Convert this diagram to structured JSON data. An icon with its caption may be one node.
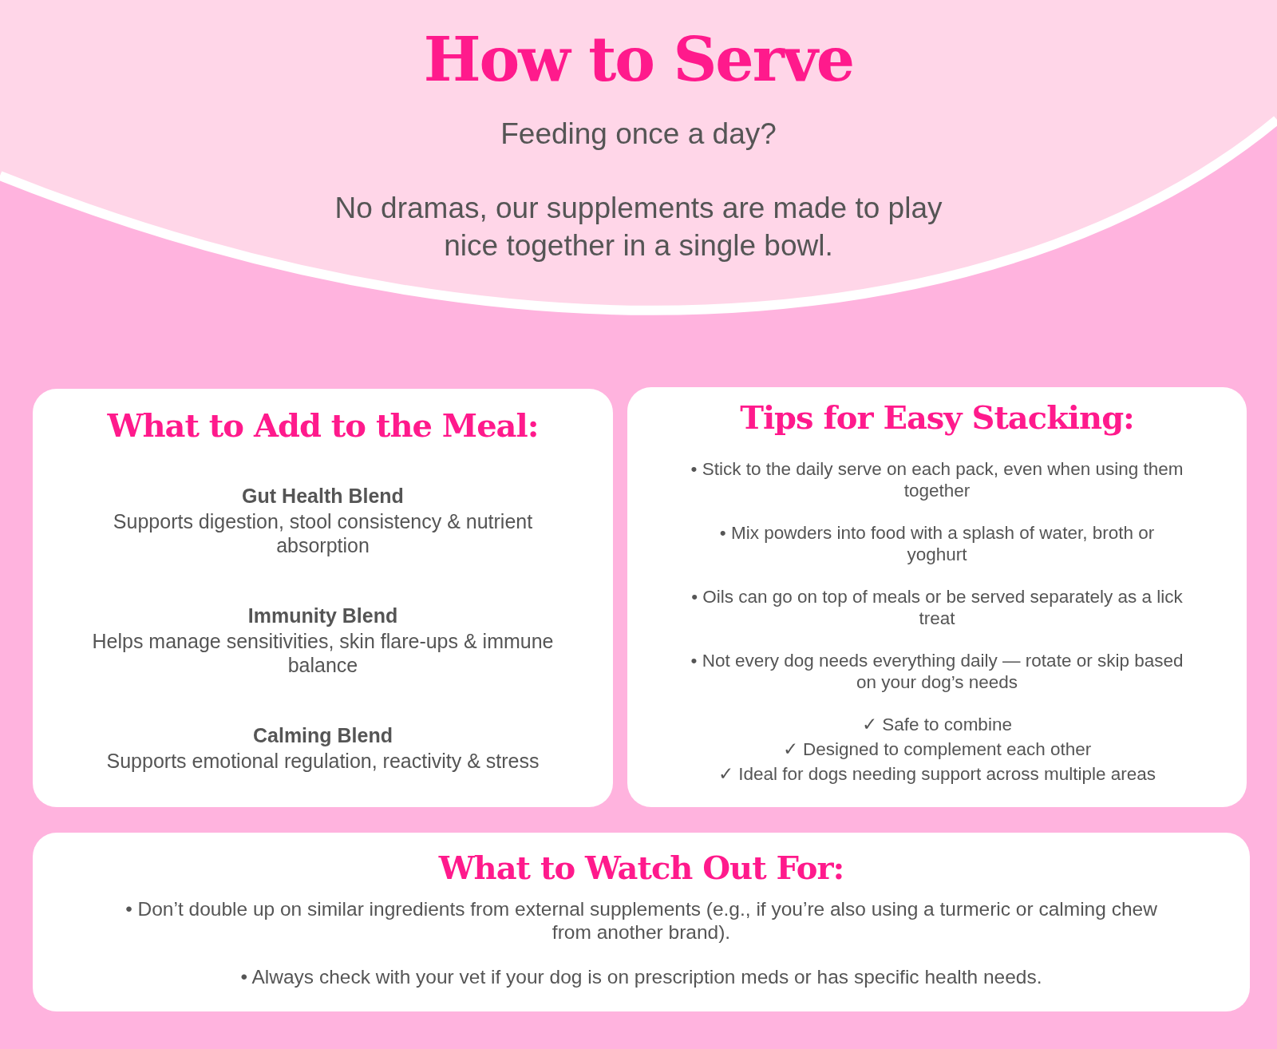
{
  "diagram": {
    "title": "How to Serve",
    "labels": [
      "Feeding once a day?",
      "No dramas, our supplements are made to play nice together in a single bowl."
    ],
    "nodes": [
      {
        "text": [
          "What to Add to the Meal:",
          "Gut Health Blend",
          "Supports digestion, stool consistency & nutrient absorption",
          "Immunity Blend",
          "Helps manage sensitivities, skin flare-ups & immune balance",
          "Calming Blend",
          "Supports emotional regulation, reactivity & stress"
        ]
      },
      {
        "text": [
          "Tips for Easy Stacking:",
          "• Stick to the daily serve on each pack, even when using them together",
          "• Mix powders into food with a splash of water, broth or yoghurt",
          "• Oils can go on top of meals or be served separately as a lick treat",
          "• Not every dog needs everything daily — rotate or skip based on your dog’s needs",
          "✓ Safe to combine",
          "✓ Designed to complement each other",
          "✓ Ideal for dogs needing support across multiple areas"
        ]
      },
      {
        "text": [
          "What to Watch Out For:",
          "• Don’t double up on similar ingredients from external supplements (e.g., if you’re also using a turmeric or calming chew from another brand).",
          "• Always check with your vet if your dog is on prescription meds or has specific health needs."
        ]
      }
    ]
  }
}
